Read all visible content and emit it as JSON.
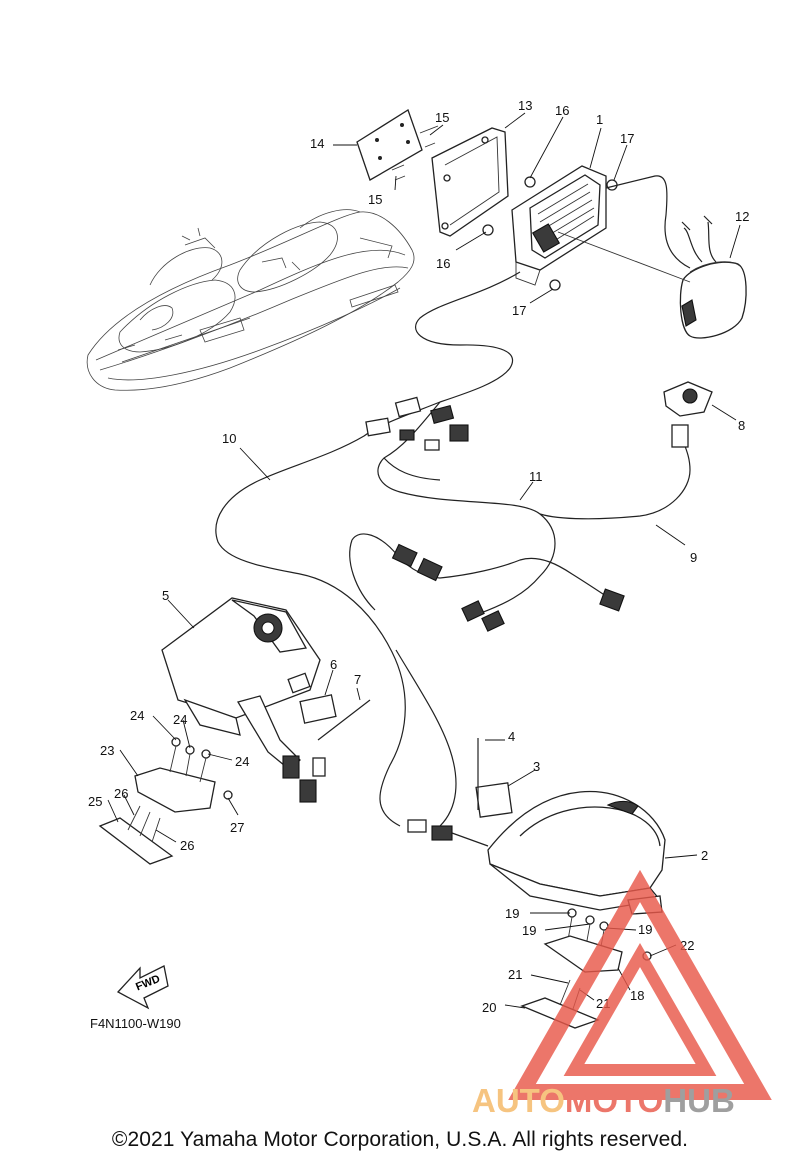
{
  "diagram_code": "F4N1100-W190",
  "fwd_label": "FWD",
  "copyright": "©2021 Yamaha Motor Corporation, U.S.A. All rights reserved.",
  "watermark": {
    "part1": "AUTO",
    "part2": "MOTO",
    "part3": "HUB",
    "color_orange": "#f5b865",
    "color_red": "#e8584a",
    "color_gray": "#8a8a8a"
  },
  "callouts": {
    "c1": "1",
    "c2": "2",
    "c3": "3",
    "c4": "4",
    "c5": "5",
    "c6": "6",
    "c7": "7",
    "c8": "8",
    "c9": "9",
    "c10": "10",
    "c11": "11",
    "c12": "12",
    "c13": "13",
    "c14": "14",
    "c15a": "15",
    "c15b": "15",
    "c16a": "16",
    "c16b": "16",
    "c17a": "17",
    "c17b": "17",
    "c18": "18",
    "c19a": "19",
    "c19b": "19",
    "c19c": "19",
    "c20": "20",
    "c21a": "21",
    "c21b": "21",
    "c22": "22",
    "c23": "23",
    "c24a": "24",
    "c24b": "24",
    "c24c": "24",
    "c25": "25",
    "c26a": "26",
    "c26b": "26",
    "c27": "27"
  }
}
